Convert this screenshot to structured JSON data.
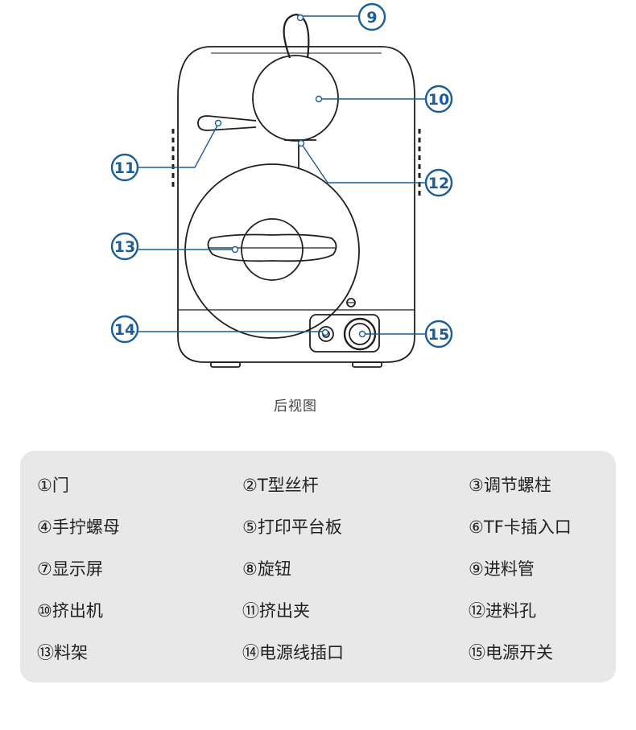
{
  "caption": "后视图",
  "colors": {
    "accent": "#1a5d97",
    "device_line": "#1f1f1f",
    "legend_bg": "#e8e8e8"
  },
  "callouts": [
    {
      "num": "9",
      "part": "进料管"
    },
    {
      "num": "10",
      "part": "挤出机"
    },
    {
      "num": "11",
      "part": "挤出夹"
    },
    {
      "num": "12",
      "part": "进料孔"
    },
    {
      "num": "13",
      "part": "料架"
    },
    {
      "num": "14",
      "part": "电源线插口"
    },
    {
      "num": "15",
      "part": "电源开关"
    }
  ],
  "legend": [
    [
      "①门",
      "②T型丝杆",
      "③调节螺柱"
    ],
    [
      "④手拧螺母",
      "⑤打印平台板",
      "⑥TF卡插入口"
    ],
    [
      "⑦显示屏",
      "⑧旋钮",
      "⑨进料管"
    ],
    [
      "⑩挤出机",
      "⑪挤出夹",
      "⑫进料孔"
    ],
    [
      "⑬料架",
      "⑭电源线插口",
      "⑮电源开关"
    ]
  ]
}
